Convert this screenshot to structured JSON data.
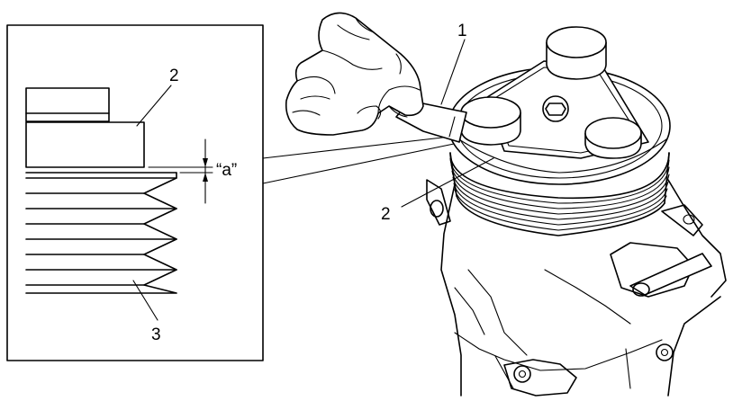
{
  "callouts": {
    "feeler_gauge": "1",
    "armature_plate_main": "2",
    "armature_plate_detail": "2",
    "pulley_detail": "3",
    "gap": "“a”"
  }
}
